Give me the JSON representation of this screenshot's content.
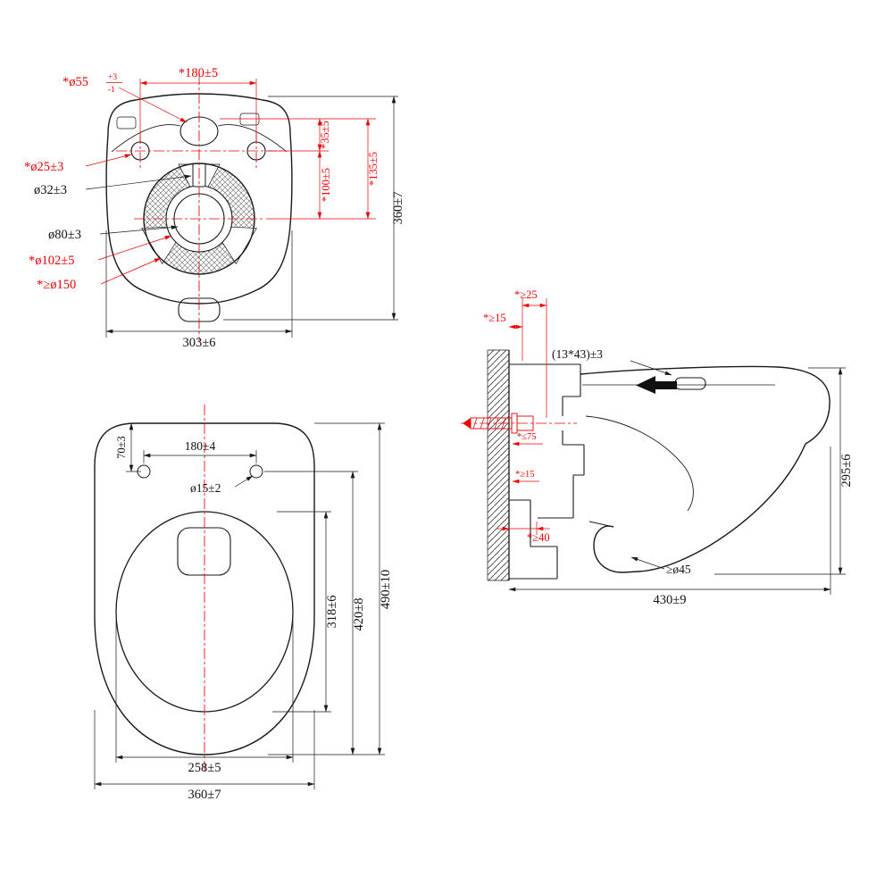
{
  "meta": {
    "title": "Wall-hung toilet dimensional drawing"
  },
  "colors": {
    "line": "#1a1a1a",
    "accent": "#f30000",
    "hatch": "#666666",
    "background": "#ffffff"
  },
  "rear_view": {
    "dim_hole_spacing": "*180±5",
    "dim_d55": "*ø55",
    "dim_d55_plus": "+3",
    "dim_d55_minus": "-1",
    "dim_d25": "*ø25±3",
    "dim_d32": "ø32±3",
    "dim_d80": "ø80±3",
    "dim_d102": "*ø102±5",
    "dim_d150": "*≥ø150",
    "dim_35": "*35±5",
    "dim_100": "*100±5",
    "dim_135": "*135±5",
    "dim_height": "360±7",
    "dim_width": "303±6"
  },
  "top_view": {
    "dim_70": "70±3",
    "dim_180": "180±4",
    "dim_d15": "ø15±2",
    "dim_318": "318±6",
    "dim_420": "420±8",
    "dim_490": "490±10",
    "dim_258": "258±5",
    "dim_360": "360±7"
  },
  "side_view": {
    "dim_ge25": "*≥25",
    "dim_ge15_top": "*≥15",
    "dim_slot": "(13*43)±3",
    "dim_le75": "*≤75",
    "dim_ge15_mid": "*≥15",
    "dim_295": "295±6",
    "dim_ge40": "*≥40",
    "dim_trap": "≥ø45",
    "dim_430": "430±9"
  }
}
